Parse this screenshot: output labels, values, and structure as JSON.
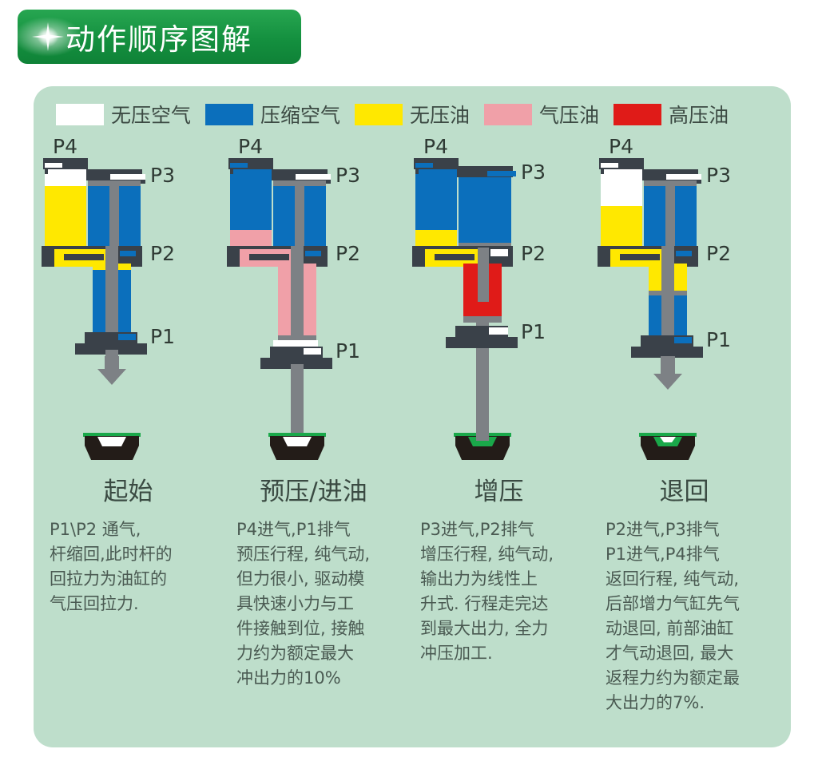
{
  "title": {
    "text": "动作顺序图解",
    "banner_color": "#1e9e4a",
    "icon": "sparkle-icon"
  },
  "panel": {
    "background_color": "#bedecb"
  },
  "legend": {
    "items": [
      {
        "label": "无压空气",
        "color": "#ffffff"
      },
      {
        "label": "压缩空气",
        "color": "#0b6fbc"
      },
      {
        "label": "无压油",
        "color": "#ffe800"
      },
      {
        "label": "气压油",
        "color": "#f0a0a8"
      },
      {
        "label": "高压油",
        "color": "#e01b18"
      }
    ]
  },
  "palette": {
    "unpressurized_air": "#ffffff",
    "compressed_air": "#0b6fbc",
    "unpressurized_oil": "#ffe800",
    "pneumatic_oil": "#f0a0a8",
    "high_pressure_oil": "#e01b18",
    "metal_dark": "#3a4149",
    "rod_gray": "#7d8185",
    "workpiece_dark": "#231c18",
    "workpiece_green": "#1aa84a"
  },
  "ports": {
    "p1": "P1",
    "p2": "P2",
    "p3": "P3",
    "p4": "P4"
  },
  "stages": [
    {
      "name": "起始",
      "description": "P1\\P2 通气,\n杆缩回,此时杆的\n回拉力为油缸的\n气压回拉力.",
      "upper_reservoir_top": "无压空气",
      "upper_reservoir_fill": "无压油",
      "booster_cylinder": "压缩空气",
      "lower_cylinder": "压缩空气",
      "rod_position": "retracted",
      "arrow": "down-arrow",
      "workpiece_contact": "none"
    },
    {
      "name": "预压/进油",
      "description": " P4进气,P1排气\n预压行程, 纯气动,\n但力很小, 驱动模\n具快速小力与工\n件接触到位, 接触\n力约为额定最大\n冲出力的10%",
      "upper_reservoir_top": "压缩空气",
      "upper_reservoir_fill": "气压油",
      "booster_cylinder": "压缩空气",
      "lower_cylinder": "气压油",
      "rod_position": "extended",
      "arrow": "none",
      "workpiece_contact": "touching"
    },
    {
      "name": "增压",
      "description": "P3进气,P2排气\n增压行程, 纯气动,\n输出力为线性上\n升式. 行程走完达\n到最大出力, 全力\n冲压加工.",
      "upper_reservoir_top": "压缩空气",
      "upper_reservoir_fill": "无压油",
      "booster_cylinder": "压缩空气",
      "lower_cylinder": "高压油",
      "rod_position": "extended",
      "arrow": "none",
      "workpiece_contact": "pressed"
    },
    {
      "name": "退回",
      "description": "P2进气,P3排气\nP1进气,P4排气\n返回行程, 纯气动,\n后部增力气缸先气\n动退回, 前部油缸\n才气动退回, 最大\n返程力约为额定最\n大出力的7%.",
      "upper_reservoir_top": "无压空气",
      "upper_reservoir_fill": "无压油",
      "booster_cylinder": "压缩空气",
      "lower_cylinder": "无压油",
      "rod_position": "retracting",
      "arrow": "down-arrow",
      "workpiece_contact": "released"
    }
  ]
}
